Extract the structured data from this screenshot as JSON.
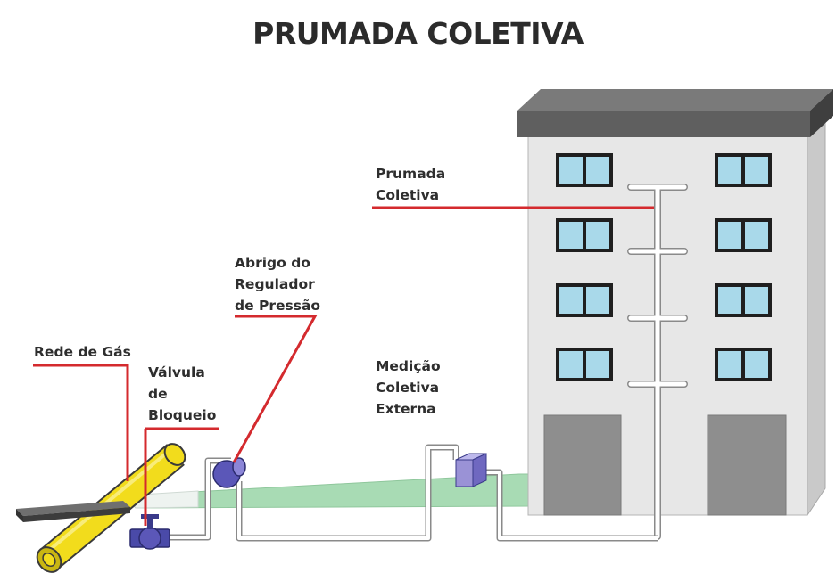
{
  "title": "PRUMADA COLETIVA",
  "labels": {
    "prumada_coletiva": [
      "Prumada",
      "Coletiva"
    ],
    "abrigo_regulador": [
      "Abrigo do",
      "Regulador",
      "de Pressão"
    ],
    "rede_de_gas": [
      "Rede de Gás"
    ],
    "valvula_bloqueio": [
      "Válvula",
      "de",
      "Bloqueio"
    ],
    "medicao_coletiva": [
      "Medição",
      "Coletiva",
      "Externa"
    ]
  },
  "colors": {
    "leader_line": "#d42a2e",
    "gas_pipe": "#f2dc1c",
    "ground_strip": "#a8dbb4",
    "building_front": "#e7e7e7",
    "building_side": "#c9c9c9",
    "roof": "#5f5f5f",
    "window_glass": "#a9d9ea",
    "window_frame": "#1f1f1f",
    "garage_door": "#8e8e8e",
    "meter_box": "#9a92d6",
    "regulator": "#5b57b8",
    "valve": "#4a4aa8"
  }
}
